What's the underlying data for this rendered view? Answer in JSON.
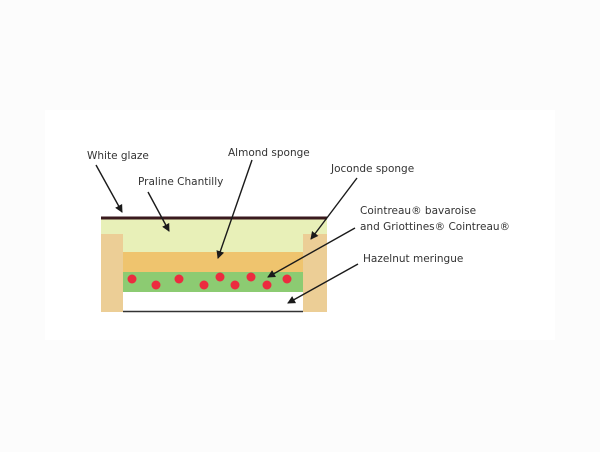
{
  "labels": {
    "white_glaze": "White glaze",
    "almond_sponge": "Almond sponge",
    "praline_chantilly": "Praline Chantilly",
    "joconde_sponge": "Joconde sponge",
    "cointreau_line1": "Cointreau® bavaroise",
    "cointreau_line2": "and Griottines® Cointreau®",
    "hazelnut_meringue": "Hazelnut meringue"
  },
  "colors": {
    "glaze": "#3a1a1e",
    "chantilly": "#e8f0b8",
    "joconde": "#ecce96",
    "almond": "#efc46e",
    "bavaroise": "#8ccb72",
    "cherry": "#ec2b3f",
    "meringue": "#ffffff",
    "arrow": "#1a1a1a"
  }
}
